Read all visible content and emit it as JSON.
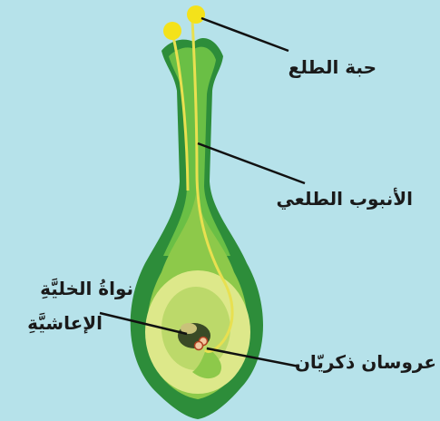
{
  "diagram": {
    "labels": {
      "pollen_grain": "حبة الطلع",
      "pollen_tube": "الأنبوب الطلعي",
      "vegetative_nucleus_line1": "نواةُ الخليَّةِ",
      "vegetative_nucleus_line2": "الإعاشيَّةِ",
      "sperm_cells": "عروسان ذكريّان"
    },
    "colors": {
      "background": "#b6e2ea",
      "outer_tissue": "#2d8d3a",
      "style_tissue": "#6abf45",
      "inner_tissue": "#8dc94a",
      "ovule_outer": "#dde88a",
      "ovule_inner": "#bcd96a",
      "pollen_grain": "#f4e21a",
      "pollen_tube": "#e8e050",
      "leader_line": "#111111"
    }
  }
}
